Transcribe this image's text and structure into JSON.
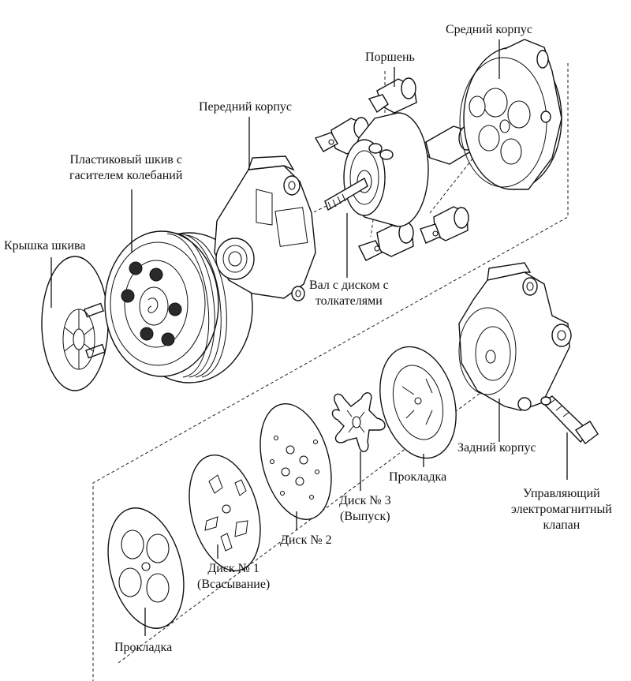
{
  "diagram": {
    "type": "exploded-view",
    "subject": "AC compressor",
    "labels": {
      "middle_housing": "Средний корпус",
      "piston": "Поршень",
      "front_housing": "Передний корпус",
      "pulley_line1": "Пластиковый шкив с",
      "pulley_line2": "гасителем колебаний",
      "pulley_cover": "Крышка шкива",
      "shaft_line1": "Вал с диском с",
      "shaft_line2": "толкателями",
      "rear_housing": "Задний корпус",
      "gasket_upper": "Прокладка",
      "disc3_line1": "Диск № 3",
      "disc3_line2": "(Выпуск)",
      "disc2": "Диск № 2",
      "disc1_line1": "Диск № 1",
      "disc1_line2": "(Всасывание)",
      "gasket_lower": "Прокладка",
      "valve_line1": "Управляющий",
      "valve_line2": "электромагнитный",
      "valve_line3": "клапан"
    }
  }
}
